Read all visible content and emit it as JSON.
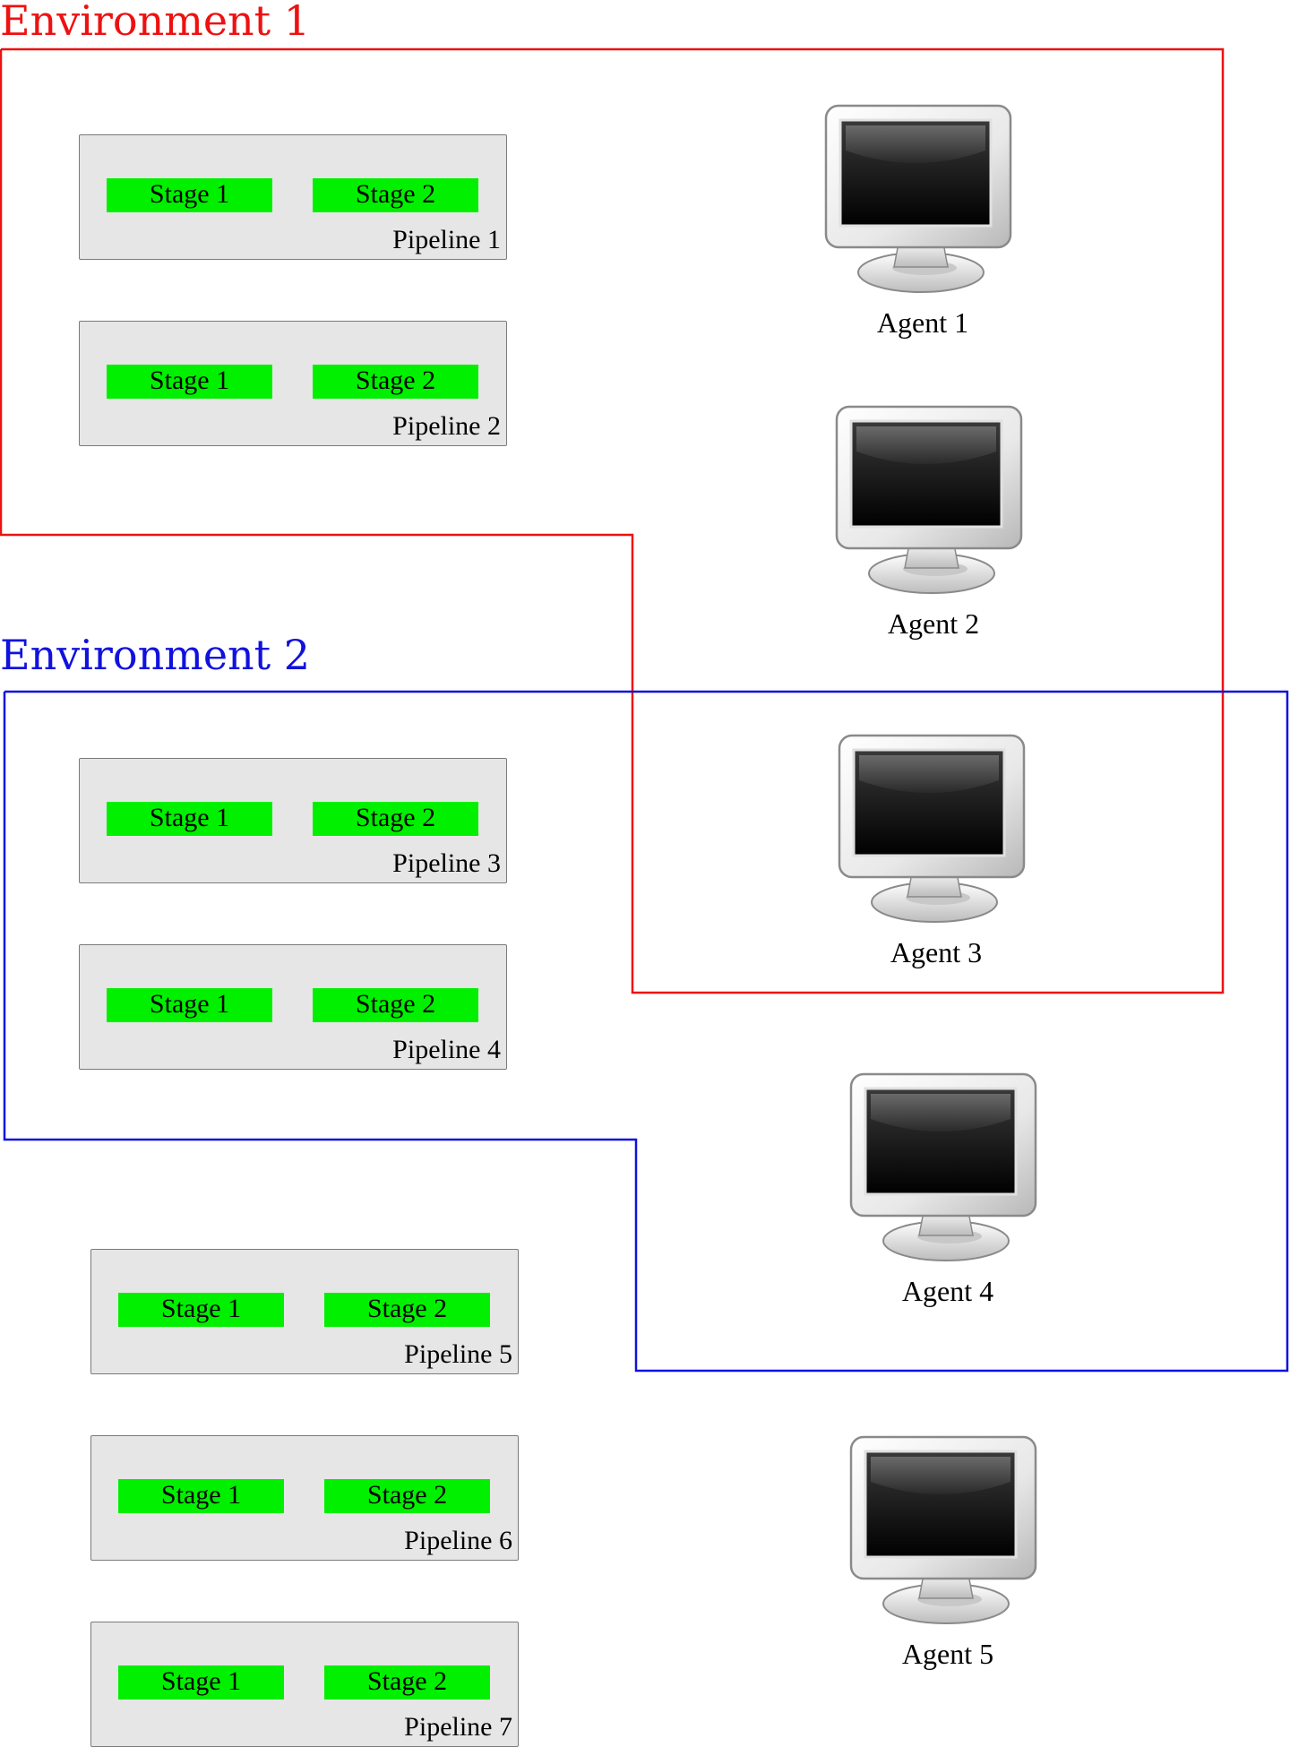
{
  "environments": [
    {
      "title": "Environment 1",
      "color": "#ee1111"
    },
    {
      "title": "Environment 2",
      "color": "#1111dd"
    }
  ],
  "pipelines": [
    {
      "name": "Pipeline 1",
      "stages": [
        "Stage 1",
        "Stage 2"
      ]
    },
    {
      "name": "Pipeline 2",
      "stages": [
        "Stage 1",
        "Stage 2"
      ]
    },
    {
      "name": "Pipeline 3",
      "stages": [
        "Stage 1",
        "Stage 2"
      ]
    },
    {
      "name": "Pipeline 4",
      "stages": [
        "Stage 1",
        "Stage 2"
      ]
    },
    {
      "name": "Pipeline 5",
      "stages": [
        "Stage 1",
        "Stage 2"
      ]
    },
    {
      "name": "Pipeline 6",
      "stages": [
        "Stage 1",
        "Stage 2"
      ]
    },
    {
      "name": "Pipeline 7",
      "stages": [
        "Stage 1",
        "Stage 2"
      ]
    }
  ],
  "agents": [
    {
      "name": "Agent 1",
      "icon": "monitor-icon"
    },
    {
      "name": "Agent 2",
      "icon": "monitor-icon"
    },
    {
      "name": "Agent 3",
      "icon": "monitor-icon"
    },
    {
      "name": "Agent 4",
      "icon": "monitor-icon"
    },
    {
      "name": "Agent 5",
      "icon": "monitor-icon"
    }
  ],
  "colors": {
    "stage": "#00f000",
    "pipeline_bg": "#e6e6e6"
  }
}
